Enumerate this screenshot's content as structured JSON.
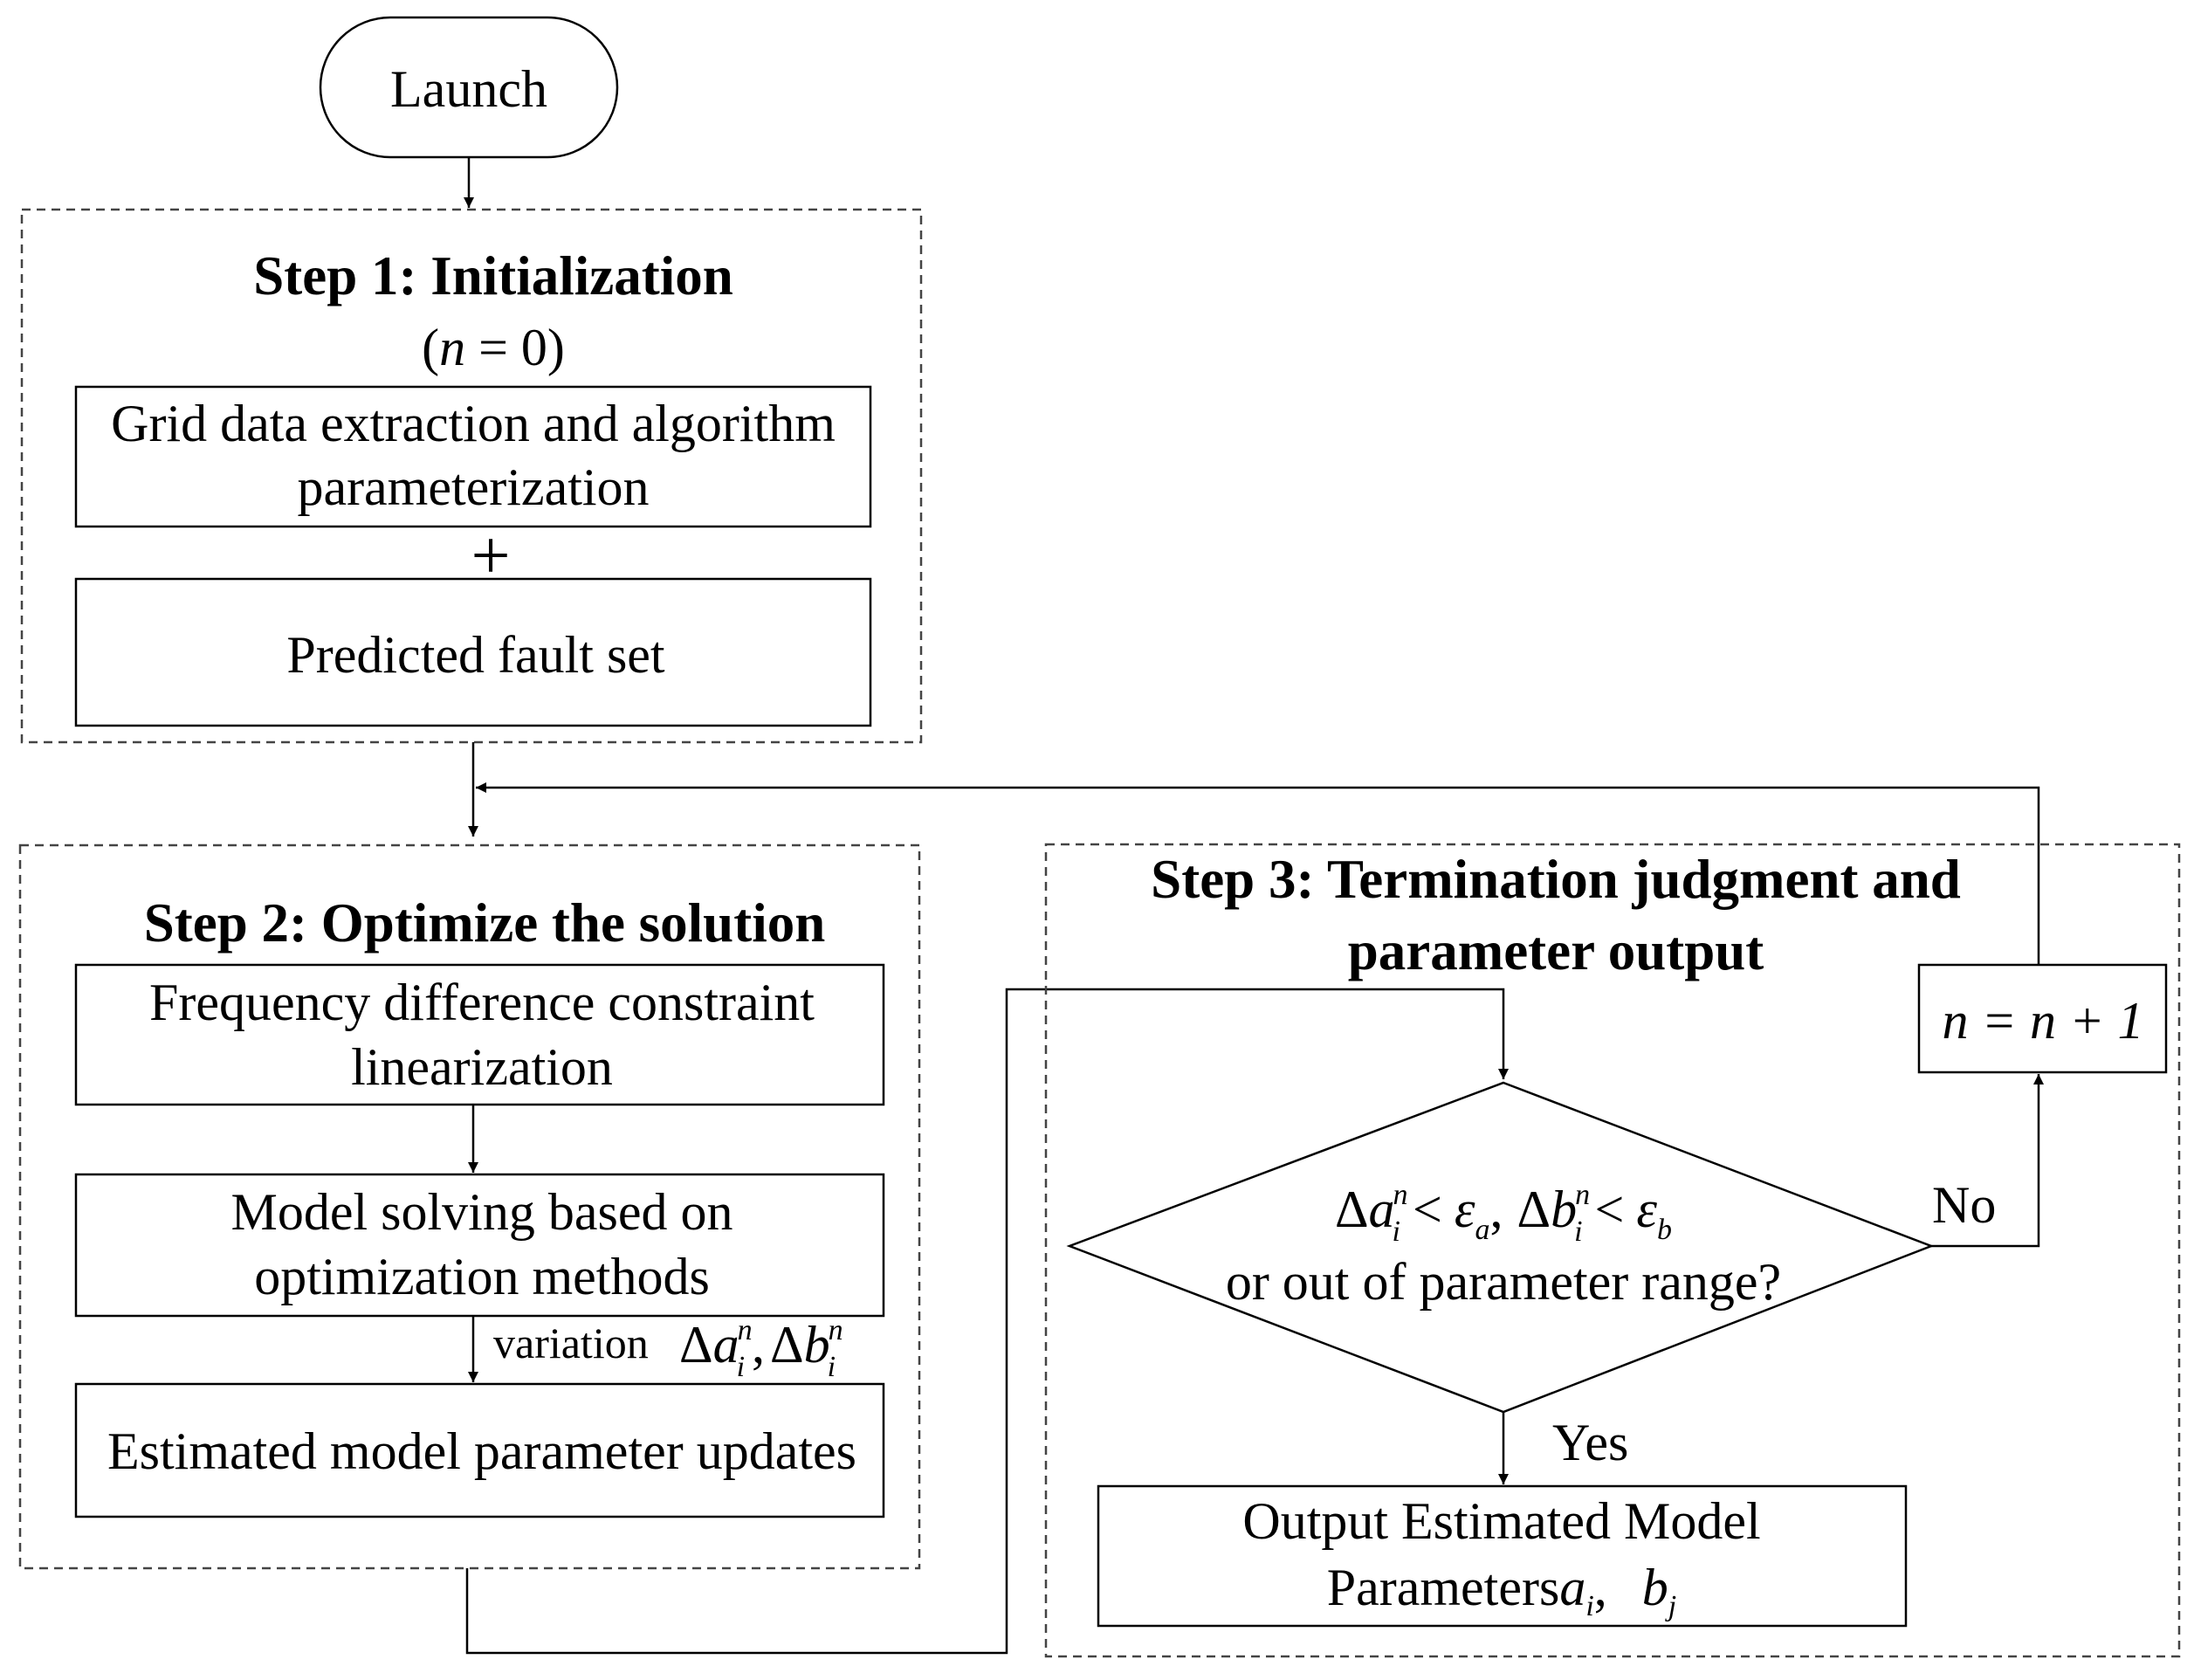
{
  "start": {
    "label": "Launch"
  },
  "step1": {
    "title": "Step 1: Initialization",
    "init_open": "(",
    "init_var": "n",
    "init_rest": " = 0)",
    "box1_line1": "Grid data extraction and algorithm",
    "box1_line2": "parameterization",
    "plus": "+",
    "box2": "Predicted fault set"
  },
  "step2": {
    "title": "Step 2: Optimize the solution",
    "box1_line1": "Frequency difference constraint",
    "box1_line2": "linearization",
    "box2_line1": "Model solving based on",
    "box2_line2": "optimization methods",
    "variation_label": "variation",
    "variation_formula": "Δa",
    "variation_formula_b": "Δb",
    "box3": "Estimated model parameter updates"
  },
  "step3": {
    "title_line1": "Step 3: Termination judgment and",
    "title_line2": "parameter output",
    "diamond_line2": "or out of parameter range?",
    "no_label": "No",
    "yes_label": "Yes",
    "increment_box": "n = n + 1",
    "output_line1": "Output Estimated Model",
    "output_line2_text": "Parameters",
    "output_a": "a",
    "output_a_sub": "i",
    "output_sep": ",",
    "output_b": "b",
    "output_b_sub": "j"
  },
  "symbols": {
    "delta": "Δ",
    "a": "a",
    "b": "b",
    "i": "i",
    "n": "n",
    "lt": "<",
    "eps": "ε",
    "eps_a": "a",
    "eps_b": "b",
    "comma": ","
  }
}
